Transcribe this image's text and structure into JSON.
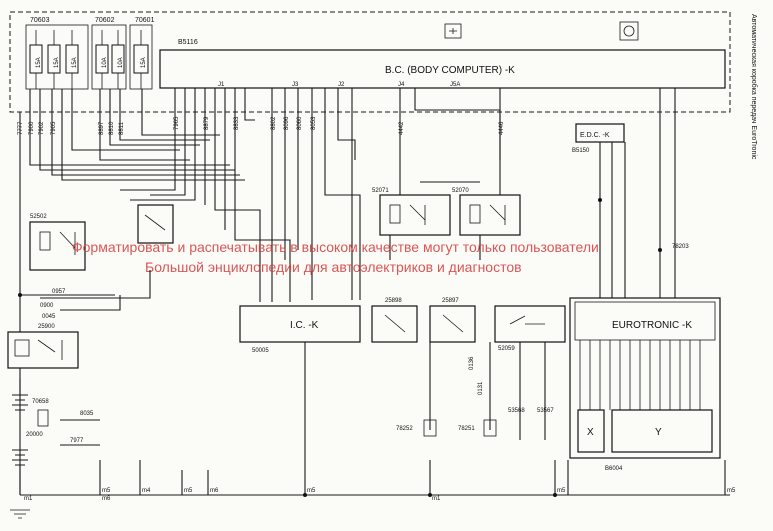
{
  "vertical_title": "Автоматическая коробка передач EuroTronic",
  "watermark": {
    "line1": "Форматировать и распечатывать в высоком качестве могут только пользователи",
    "line2": "Большой энциклопедии для автоэлектриков и диагностов"
  },
  "fuse_blocks": [
    "70603",
    "70602",
    "70601"
  ],
  "fuses": [
    "15A",
    "15A",
    "15A",
    "10A",
    "10A",
    "15A"
  ],
  "body_computer": {
    "code": "B5116",
    "label": "B.C. (BODY COMPUTER) -K"
  },
  "connectors": [
    "J1",
    "J2",
    "J3",
    "J4",
    "J5A"
  ],
  "edc": {
    "label": "E.D.C. -K",
    "code": "B5150"
  },
  "relays": [
    "52071",
    "52070",
    "52502",
    "25898",
    "25897",
    "52059"
  ],
  "ic_unit": {
    "label": "I.C. -K",
    "code": "50005"
  },
  "eurotronic": {
    "label": "EUROTRONIC -K",
    "code": "B6004",
    "block_x": "X",
    "block_y": "Y"
  },
  "components": [
    "25900",
    "70658",
    "20000",
    "78252",
    "78251",
    "53568",
    "53567",
    "78203"
  ],
  "wire_codes": [
    "7777",
    "7900",
    "7902",
    "7905",
    "8897",
    "8810",
    "8811",
    "7965",
    "8879",
    "8802",
    "8833",
    "8096",
    "8060",
    "8053",
    "4442",
    "4446",
    "0957",
    "0900",
    "0045",
    "8035",
    "7977",
    "0136",
    "0131"
  ],
  "ground_points": [
    "m1",
    "m5",
    "m6",
    "m4"
  ]
}
